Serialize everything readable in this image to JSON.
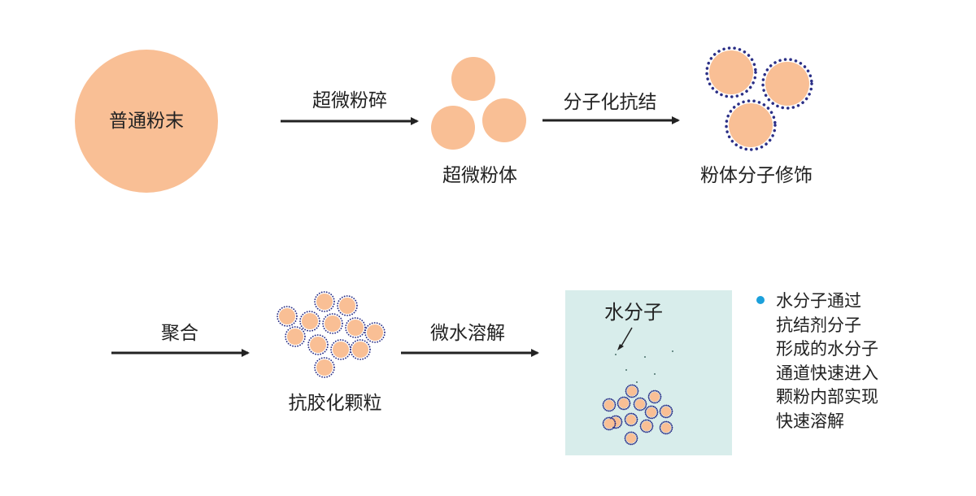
{
  "colors": {
    "particle": "#F9BF95",
    "dots": "#2B2F86",
    "arrow": "#222222",
    "panel": "#D8EDEB",
    "bullet": "#1BA0DB"
  },
  "labels": {
    "ordinary_powder": "普通粉末",
    "ultrafine_grinding": "超微粉碎",
    "ultrafine_powder": "超微粉体",
    "molecular_anticaking": "分子化抗结",
    "powder_modification": "粉体分子修饰",
    "aggregation": "聚合",
    "anticaking_granules": "抗胶化颗粒",
    "micro_water_dissolve": "微水溶解",
    "water_molecule": "水分子"
  },
  "note": {
    "lines": [
      "水分子通过",
      "抗结剂分子",
      "形成的水分子",
      "通道快速进入",
      "颗粉内部实现",
      "快速溶解"
    ]
  }
}
